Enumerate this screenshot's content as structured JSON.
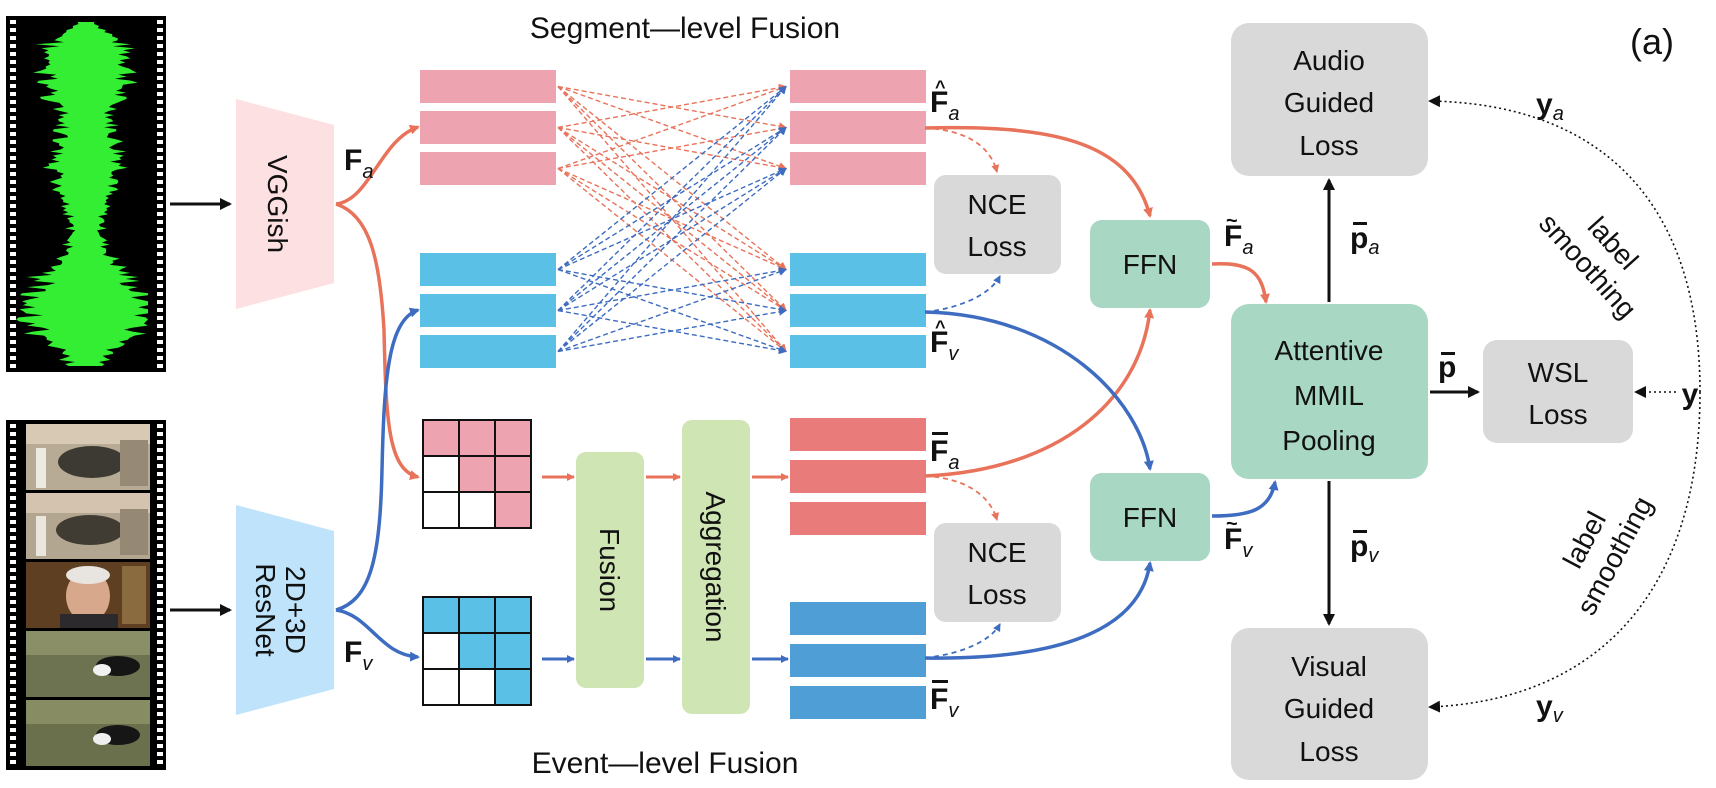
{
  "panel_label": "(a)",
  "titles": {
    "segment_fusion": "Segment—level Fusion",
    "event_fusion": "Event—level Fusion"
  },
  "encoders": {
    "audio": "VGGish",
    "visual_line1": "2D+3D",
    "visual_line2": "ResNet"
  },
  "features": {
    "audio_in": {
      "base": "F",
      "sub": "a"
    },
    "visual_in": {
      "base": "F",
      "sub": "v"
    },
    "audio_hat": {
      "base": "F",
      "sub": "a",
      "accent": "^"
    },
    "visual_hat": {
      "base": "F",
      "sub": "v",
      "accent": "^"
    },
    "audio_bar": {
      "base": "F",
      "sub": "a",
      "accent": "‾"
    },
    "visual_bar": {
      "base": "F",
      "sub": "v",
      "accent": "‾"
    },
    "audio_tilde": {
      "base": "F",
      "sub": "a",
      "accent": "~"
    },
    "visual_tilde": {
      "base": "F",
      "sub": "v",
      "accent": "~"
    }
  },
  "modules": {
    "fusion": "Fusion",
    "aggregation": "Aggregation",
    "nce_line1": "NCE",
    "nce_line2": "Loss",
    "ffn": "FFN",
    "pool_line1": "Attentive",
    "pool_line2": "MMIL",
    "pool_line3": "Pooling",
    "wsl_line1": "WSL",
    "wsl_line2": "Loss",
    "agl_line1": "Audio",
    "agl_line2": "Guided",
    "agl_line3": "Loss",
    "vgl_line1": "Visual",
    "vgl_line2": "Guided",
    "vgl_line3": "Loss"
  },
  "predictions": {
    "p_audio": {
      "base": "p",
      "sub": "a"
    },
    "p_visual": {
      "base": "p",
      "sub": "v"
    },
    "p_mean": {
      "base": "p",
      "sub": ""
    }
  },
  "targets": {
    "y_audio": {
      "base": "y",
      "sub": "a"
    },
    "y_visual": {
      "base": "y",
      "sub": "v"
    },
    "y": "y"
  },
  "annotations": {
    "smoothing_top_1": "label",
    "smoothing_top_2": "smoothing",
    "smoothing_bottom_1": "label",
    "smoothing_bottom_2": "smoothing"
  },
  "colors": {
    "audio": "#e8735a",
    "visual": "#3d6cc0",
    "audio_fill": "#eea3b1",
    "visual_fill": "#5bc0e6",
    "audio_event_fill": "#e97b7b",
    "visual_event_fill": "#4f9fd6",
    "encoder_audio": "#fde0e2",
    "encoder_visual": "#bfe3fa",
    "green_box": "#a8d7c3",
    "light_green": "#cfe5b3",
    "gray_box": "#d9d9d9",
    "waveform": "#33ee33"
  }
}
